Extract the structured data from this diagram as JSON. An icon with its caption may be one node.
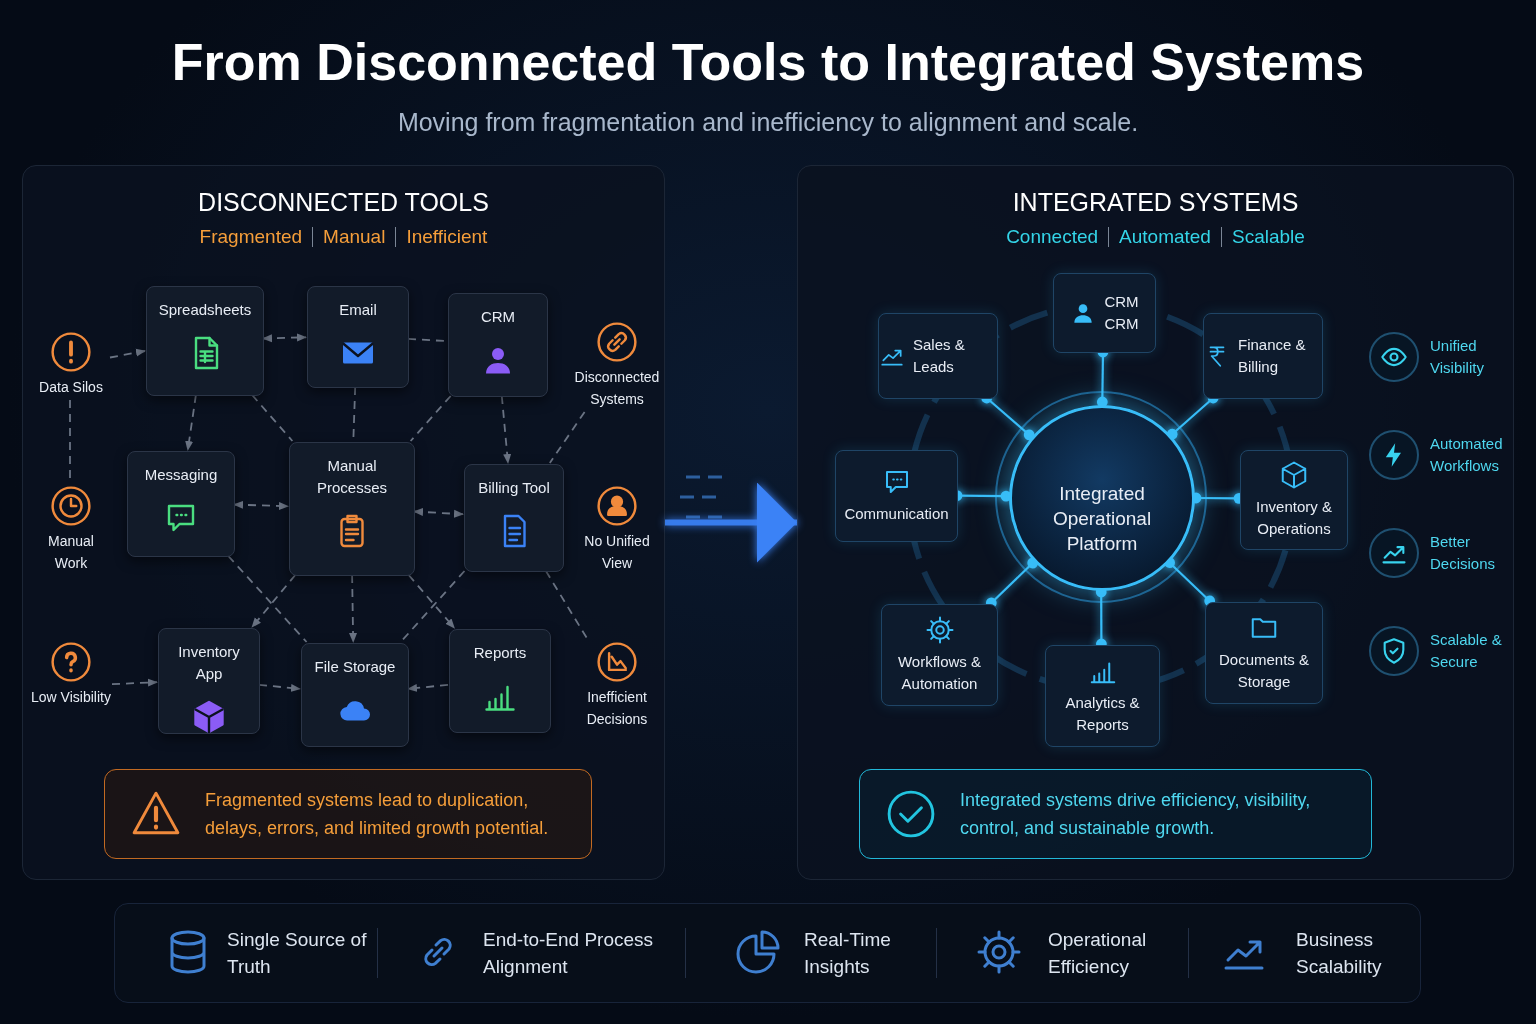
{
  "diagram": {
    "title": "From Disconnected Tools to Integrated Systems",
    "nodes": [
      {
        "text": [
          "DISCONNECTED TOOLS",
          "Fragmented",
          "Manual",
          "Inefficient"
        ]
      },
      {
        "text": [
          "Spreadsheets"
        ],
        "in": 0
      },
      {
        "text": [
          "Email"
        ],
        "in": 0
      },
      {
        "text": [
          "CRM"
        ],
        "in": 0
      },
      {
        "text": [
          "Messaging"
        ],
        "in": 0
      },
      {
        "text": [
          "Manual Processes"
        ],
        "in": 0
      },
      {
        "text": [
          "Billing Tool"
        ],
        "in": 0
      },
      {
        "text": [
          "Inventory App"
        ],
        "in": 0
      },
      {
        "text": [
          "File Storage"
        ],
        "in": 0
      },
      {
        "text": [
          "Reports"
        ],
        "in": 0
      },
      {
        "text": [
          "Data Silos"
        ],
        "in": 0
      },
      {
        "text": [
          "Manual Work"
        ],
        "in": 0
      },
      {
        "text": [
          "Low Visibility"
        ],
        "in": 0
      },
      {
        "text": [
          "Disconnected Systems"
        ],
        "in": 0
      },
      {
        "text": [
          "No Unified View"
        ],
        "in": 0
      },
      {
        "text": [
          "Inefficient Decisions"
        ],
        "in": 0
      },
      {
        "text": [
          "Fragmented systems lead to duplication, delays, errors, and limited growth potential."
        ],
        "in": 0
      },
      {
        "text": [
          "INTEGRATED SYSTEMS",
          "Connected",
          "Automated",
          "Scalable"
        ]
      },
      {
        "text": [
          "Integrated Operational Platform"
        ],
        "in": 17
      },
      {
        "text": [
          "CRM",
          "CRM"
        ],
        "in": 17
      },
      {
        "text": [
          "Sales & Leads"
        ],
        "in": 17
      },
      {
        "text": [
          "Finance & Billing"
        ],
        "in": 17
      },
      {
        "text": [
          "Communication"
        ],
        "in": 17
      },
      {
        "text": [
          "Inventory & Operations"
        ],
        "in": 17
      },
      {
        "text": [
          "Workflows & Automation"
        ],
        "in": 17
      },
      {
        "text": [
          "Analytics & Reports"
        ],
        "in": 17
      },
      {
        "text": [
          "Documents & Storage"
        ],
        "in": 17
      },
      {
        "text": [
          "Integrated systems drive efficiency, visibility, control, and sustainable growth."
        ],
        "in": 17
      }
    ],
    "edges": [
      {
        "from": 10,
        "to": 1,
        "arrow": "to",
        "style": "dashed"
      },
      {
        "from": 10,
        "to": 11,
        "arrow": "none",
        "style": "dashed"
      },
      {
        "from": 12,
        "to": 7,
        "arrow": "to",
        "style": "dashed"
      },
      {
        "from": 1,
        "to": 2,
        "arrow": "both",
        "style": "dashed"
      },
      {
        "from": 2,
        "to": 3,
        "arrow": "none",
        "style": "dashed"
      },
      {
        "from": 1,
        "to": 4,
        "arrow": "to",
        "style": "dashed"
      },
      {
        "from": 1,
        "to": 5,
        "arrow": "none",
        "style": "dashed"
      },
      {
        "from": 2,
        "to": 5,
        "arrow": "none",
        "style": "dashed"
      },
      {
        "from": 3,
        "to": 5,
        "arrow": "none",
        "style": "dashed"
      },
      {
        "from": 3,
        "to": 6,
        "arrow": "to",
        "style": "dashed"
      },
      {
        "from": 13,
        "to": 6,
        "arrow": "none",
        "style": "dashed"
      },
      {
        "from": 4,
        "to": 5,
        "arrow": "both",
        "style": "dashed"
      },
      {
        "from": 5,
        "to": 6,
        "arrow": "both",
        "style": "dashed"
      },
      {
        "from": 4,
        "to": 8,
        "arrow": "none",
        "style": "dashed"
      },
      {
        "from": 5,
        "to": 7,
        "arrow": "to",
        "style": "dashed"
      },
      {
        "from": 5,
        "to": 8,
        "arrow": "to",
        "style": "dashed"
      },
      {
        "from": 5,
        "to": 9,
        "arrow": "to",
        "style": "dashed"
      },
      {
        "from": 6,
        "to": 8,
        "arrow": "none",
        "style": "dashed"
      },
      {
        "from": 6,
        "to": 15,
        "arrow": "none",
        "style": "dashed"
      },
      {
        "from": 7,
        "to": 8,
        "arrow": "to",
        "style": "dashed"
      },
      {
        "from": 9,
        "to": 8,
        "arrow": "to",
        "style": "dashed"
      },
      {
        "from": 0,
        "to": 17,
        "arrow": "to",
        "style": "thick",
        "color": "#3b82f6"
      },
      {
        "from": 18,
        "to": 19,
        "arrow": "other",
        "color": "#38bdf8"
      },
      {
        "from": 18,
        "to": 20,
        "arrow": "other",
        "color": "#38bdf8"
      },
      {
        "from": 18,
        "to": 21,
        "arrow": "other",
        "color": "#38bdf8"
      },
      {
        "from": 18,
        "to": 22,
        "arrow": "other",
        "color": "#38bdf8"
      },
      {
        "from": 18,
        "to": 23,
        "arrow": "other",
        "color": "#38bdf8"
      },
      {
        "from": 18,
        "to": 24,
        "arrow": "other",
        "color": "#38bdf8"
      },
      {
        "from": 18,
        "to": 25,
        "arrow": "other",
        "color": "#38bdf8"
      },
      {
        "from": 18,
        "to": 26,
        "arrow": "other",
        "color": "#38bdf8"
      }
    ],
    "labels": [
      "Moving from fragmentation and inefficiency to alignment and scale.",
      "Unified Visibility",
      "Automated Workflows",
      "Better Decisions",
      "Scalable & Secure",
      "Single Source of Truth",
      "End-to-End Process Alignment",
      "Real-Time Insights",
      "Operational Efficiency",
      "Business Scalability"
    ]
  }
}
